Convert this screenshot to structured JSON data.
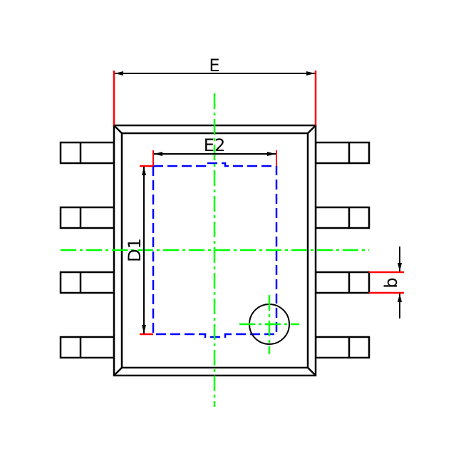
{
  "labels": {
    "E": "E",
    "E2": "E2",
    "D1": "D1",
    "b": "b"
  },
  "colors": {
    "outline": "#000000",
    "dimension_ext": "#ff0000",
    "pad": "#0000ff",
    "centerline": "#00ff00"
  }
}
